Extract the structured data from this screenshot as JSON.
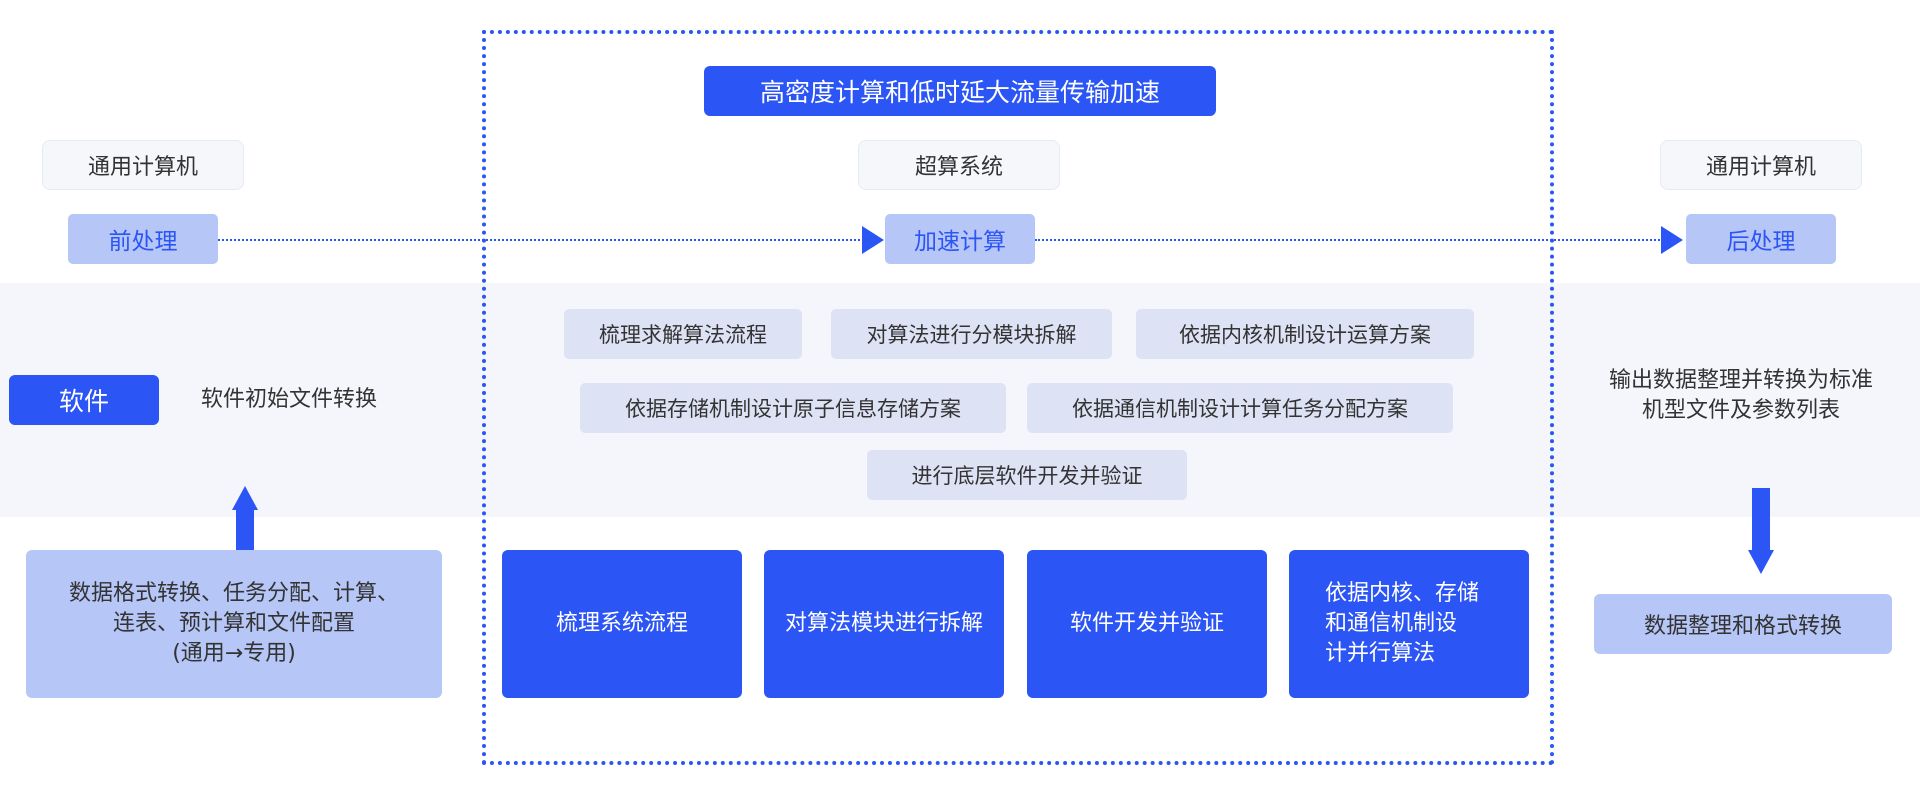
{
  "main_title": "高密度计算和低时延大流量传输加速",
  "platforms": {
    "left": "通用计算机",
    "center": "超算系统",
    "right": "通用计算机"
  },
  "stages": {
    "pre": "前处理",
    "accel": "加速计算",
    "post": "后处理"
  },
  "software": {
    "label": "软件",
    "desc": "软件初始文件转换"
  },
  "center_tasks": [
    "梳理求解算法流程",
    "对算法进行分模块拆解",
    "依据内核机制设计运算方案",
    "依据存储机制设计原子信息存储方案",
    "依据通信机制设计计算任务分配方案",
    "进行底层软件开发并验证"
  ],
  "right_text": {
    "line1": "输出数据整理并转换为标准",
    "line2": "机型文件及参数列表"
  },
  "left_card": {
    "line1": "数据格式转换、任务分配、计算、",
    "line2": "连表、预计算和文件配置",
    "line3": "(通用→专用)"
  },
  "blue_cards": {
    "card1": "梳理系统流程",
    "card2": "对算法模块进行拆解",
    "card3": "软件开发并验证",
    "card4": {
      "line1": "依据内核、存储",
      "line2": "和通信机制设",
      "line3": "计并行算法"
    }
  },
  "right_bottom": "数据整理和格式转换",
  "colors": {
    "accent": "#2c55f5",
    "light_accent": "#b6c6f7",
    "band": "#f4f6fb",
    "task_bg": "#dde3f5"
  }
}
